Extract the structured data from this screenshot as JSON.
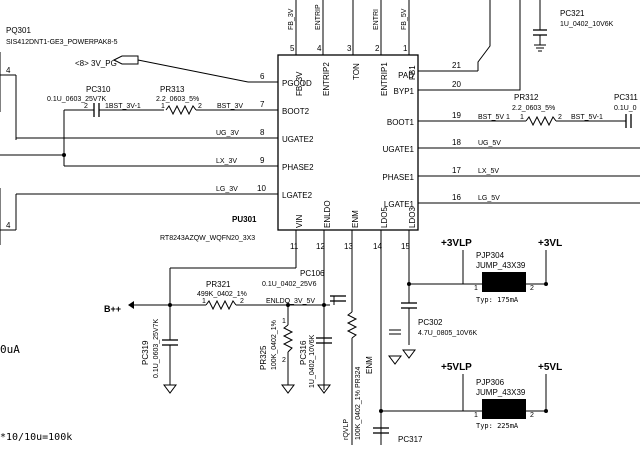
{
  "ic": {
    "ref": "PU301",
    "part": "RT8243AZQW_WQFN20_3X3",
    "top_pins": [
      {
        "name": "FB_3V",
        "num": "5"
      },
      {
        "name": "ENTRIP2",
        "num": "4"
      },
      {
        "name": "TON",
        "num": "3"
      },
      {
        "name": "ENTRIP1",
        "num": "2"
      },
      {
        "name": "FB1",
        "num": "1"
      }
    ],
    "left_pins": [
      {
        "name": "PGOOD",
        "num": "6"
      },
      {
        "name": "BOOT2",
        "num": "7"
      },
      {
        "name": "UGATE2",
        "num": "8"
      },
      {
        "name": "PHASE2",
        "num": "9"
      },
      {
        "name": "LGATE2",
        "num": "10"
      }
    ],
    "right_pins": [
      {
        "name": "PAD",
        "num": "21"
      },
      {
        "name": "BYP1",
        "num": "20"
      },
      {
        "name": "BOOT1",
        "num": "19"
      },
      {
        "name": "UGATE1",
        "num": "18"
      },
      {
        "name": "PHASE1",
        "num": "17"
      },
      {
        "name": "LGATE1",
        "num": "16"
      }
    ],
    "bottom_pins": [
      {
        "name": "VIN",
        "num": "11"
      },
      {
        "name": "ENLDO",
        "num": "12"
      },
      {
        "name": "ENM",
        "num": "13"
      },
      {
        "name": "LDO5",
        "num": "14"
      },
      {
        "name": "LDO3",
        "num": "15"
      }
    ]
  },
  "top_wire_labels": [
    "FB_3V",
    "ENTRIP",
    "ENTRI",
    "FB_5V"
  ],
  "mosfet": {
    "ref": "PQ301",
    "part": "SIS412DNT1-GE3_POWERPAK8-5",
    "pin_upper": "4",
    "pin_lower": "4"
  },
  "pg_port": {
    "label": "<8> 3V_PG"
  },
  "caps": {
    "pc310": {
      "ref": "PC310",
      "value": "0.1U_0603_25V7K",
      "p1": "1",
      "p2": "2"
    },
    "pc321": {
      "ref": "PC321",
      "value": "1U_0402_10V6K"
    },
    "pc311": {
      "ref": "PC311",
      "value": "0.1U_0"
    },
    "pc106": {
      "ref": "PC106",
      "value": "0.1U_0402_25V6"
    },
    "pc319": {
      "ref": "PC319",
      "value": "0.1U_0603_25V7K"
    },
    "pc316": {
      "ref": "PC316",
      "value": "1U_0402_10V6K"
    },
    "pc302": {
      "ref": "PC302",
      "value": "4.7U_0805_10V6K"
    },
    "pc317": {
      "ref": "PC317"
    }
  },
  "resistors": {
    "pr313": {
      "ref": "PR313",
      "value": "2.2_0603_5%",
      "p1": "1",
      "p2": "2"
    },
    "pr312": {
      "ref": "PR312",
      "value": "2.2_0603_5%",
      "p1": "1",
      "p2": "2"
    },
    "pr321": {
      "ref": "PR321",
      "value": "499K_0402_1%",
      "p1": "1",
      "p2": "2"
    },
    "pr325": {
      "ref": "PR325",
      "value": "100K_0402_1%",
      "p1": "1",
      "p2": "2"
    },
    "pr324": {
      "ref": "PR324",
      "value": "100K_0402_1%"
    }
  },
  "nets": {
    "bst_3v_1": "1BST_3V-1",
    "bst_3v": "BST_3V",
    "ug_3v": "UG_3V",
    "lx_3v": "LX_3V",
    "lg_3v": "LG_3V",
    "bst_5v_1": "BST_5V 1",
    "bst_5v_1b": "BST_5V-1",
    "ug_5v": "UG_5V",
    "lx_5v": "LX_5V",
    "lg_5v": "LG_5V",
    "enldo_3v_5v": "ENLDO_3V_5V",
    "enm": "ENM",
    "bpp": "B++",
    "rvlp": "rQVLP"
  },
  "jumpers": {
    "pjp304": {
      "ref": "PJP304",
      "part": "JUMP_43X39",
      "typ": "Typ: 175mA",
      "left": "+3VLP",
      "right": "+3VL",
      "p1": "1",
      "p2": "2"
    },
    "pjp306": {
      "ref": "PJP306",
      "part": "JUMP_43X39",
      "typ": "Typ: 225mA",
      "left": "+5VLP",
      "right": "+5VL",
      "p1": "1",
      "p2": "2"
    }
  },
  "side_notes": {
    "note1": "0uA",
    "note2": "*10/10u=100k"
  }
}
